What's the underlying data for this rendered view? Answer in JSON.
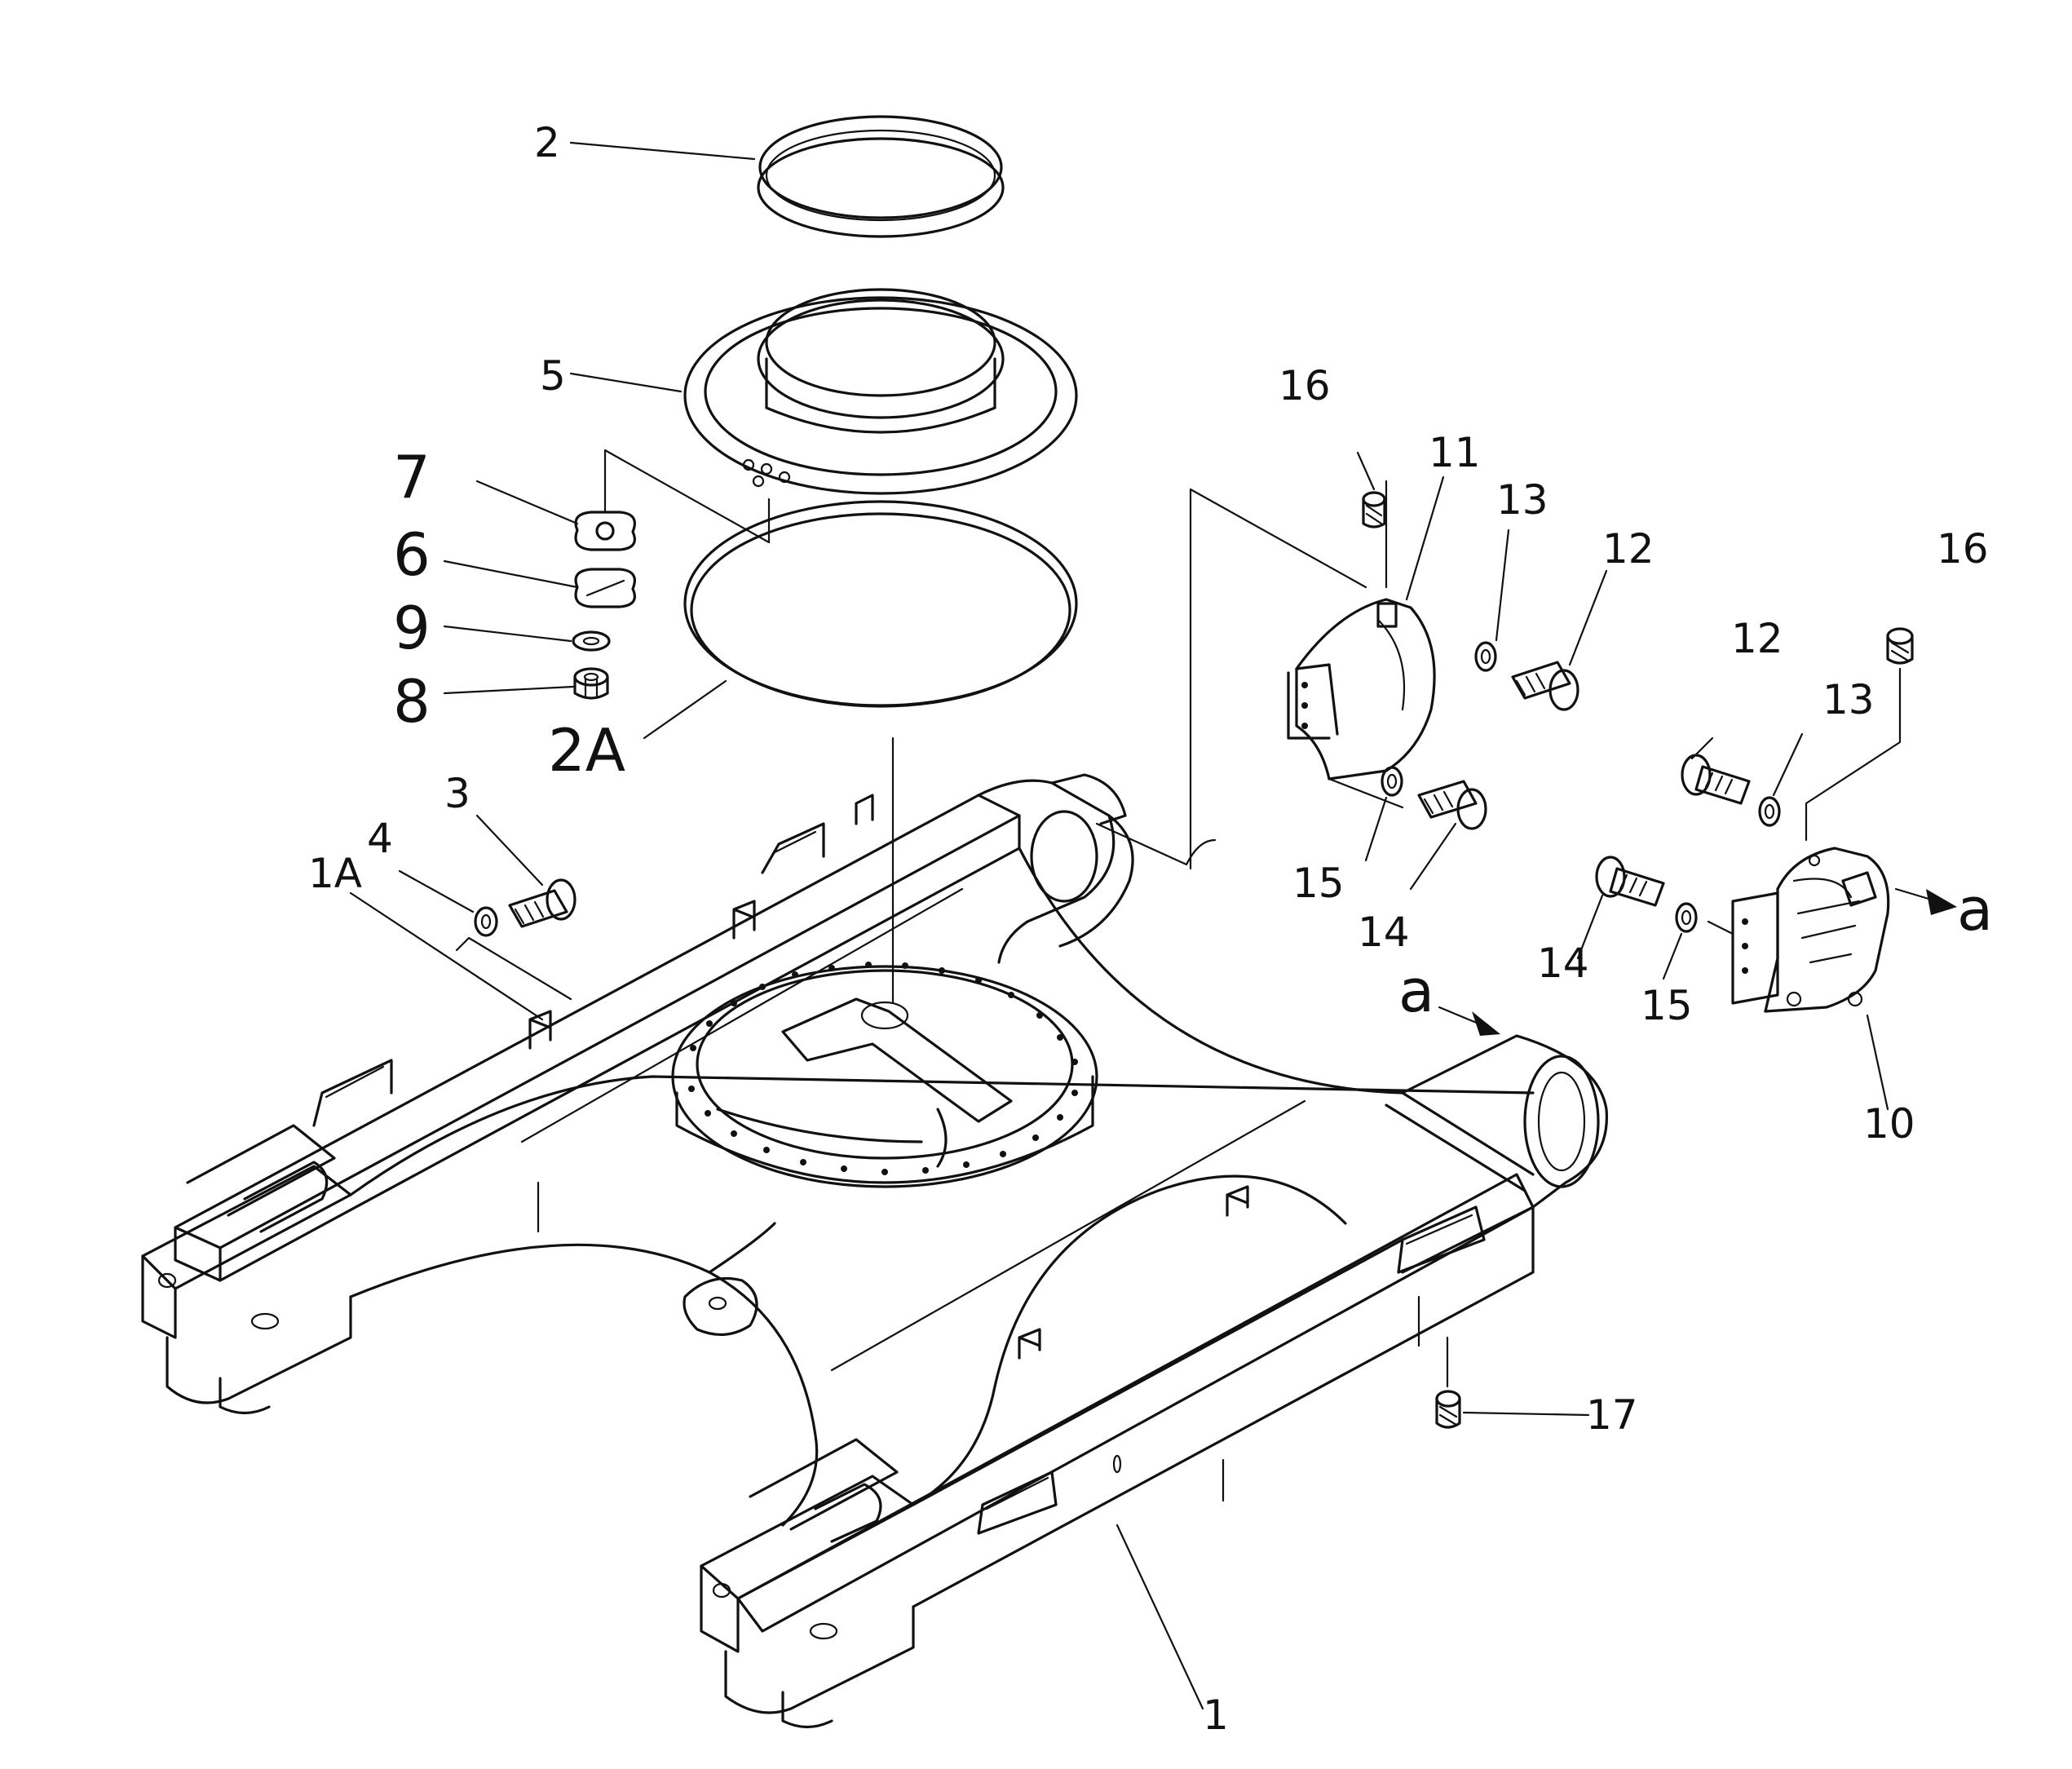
{
  "diagram": {
    "labels": {
      "l1": "1",
      "l1A": "1A",
      "l2": "2",
      "l2A": "2A",
      "l3": "3",
      "l4": "4",
      "l5": "5",
      "l6": "6",
      "l7": "7",
      "l8": "8",
      "l9": "9",
      "l10": "10",
      "l11": "11",
      "l12a": "12",
      "l12b": "12",
      "l13a": "13",
      "l13b": "13",
      "l14a": "14",
      "l14b": "14",
      "l15a": "15",
      "l15b": "15",
      "l16a": "16",
      "l16b": "16",
      "l17": "17",
      "view_a_left": "a",
      "view_a_right": "a"
    },
    "ink_color": "#111111",
    "paper_color": "#ffffff"
  }
}
